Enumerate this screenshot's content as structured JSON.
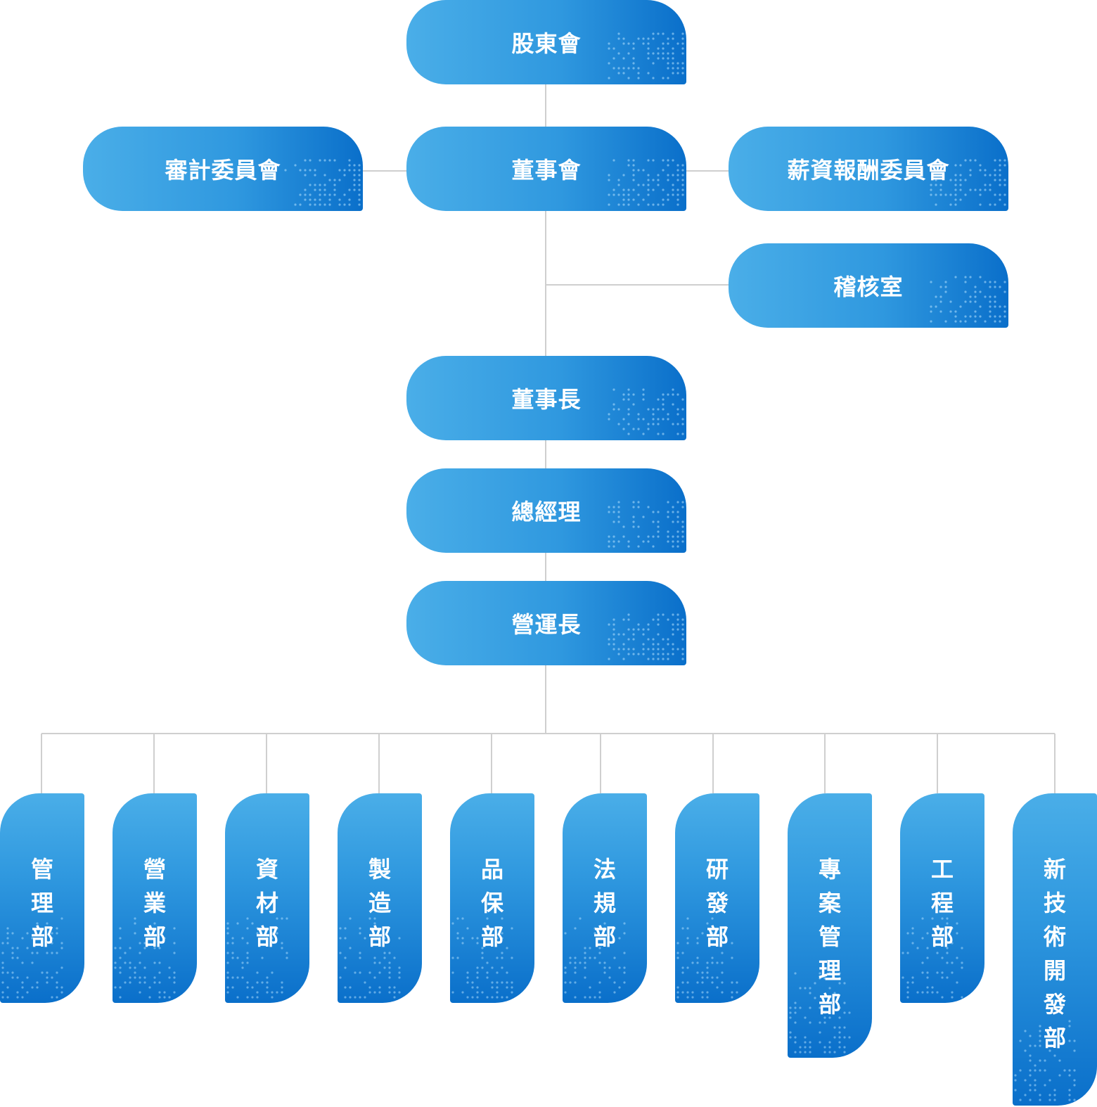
{
  "colors": {
    "node_light": "#4aaee8",
    "node_dark": "#0a6fca",
    "connector": "#cfcfcf",
    "text": "#ffffff"
  },
  "nodes": {
    "shareholders": "股東會",
    "board": "董事會",
    "audit_committee": "審計委員會",
    "remuneration_committee": "薪資報酬委員會",
    "internal_audit": "稽核室",
    "chairman": "董事長",
    "general_manager": "總經理",
    "coo": "營運長"
  },
  "departments": [
    "管理部",
    "營業部",
    "資材部",
    "製造部",
    "品保部",
    "法規部",
    "研發部",
    "專案管理部",
    "工程部",
    "新技術開發部"
  ]
}
